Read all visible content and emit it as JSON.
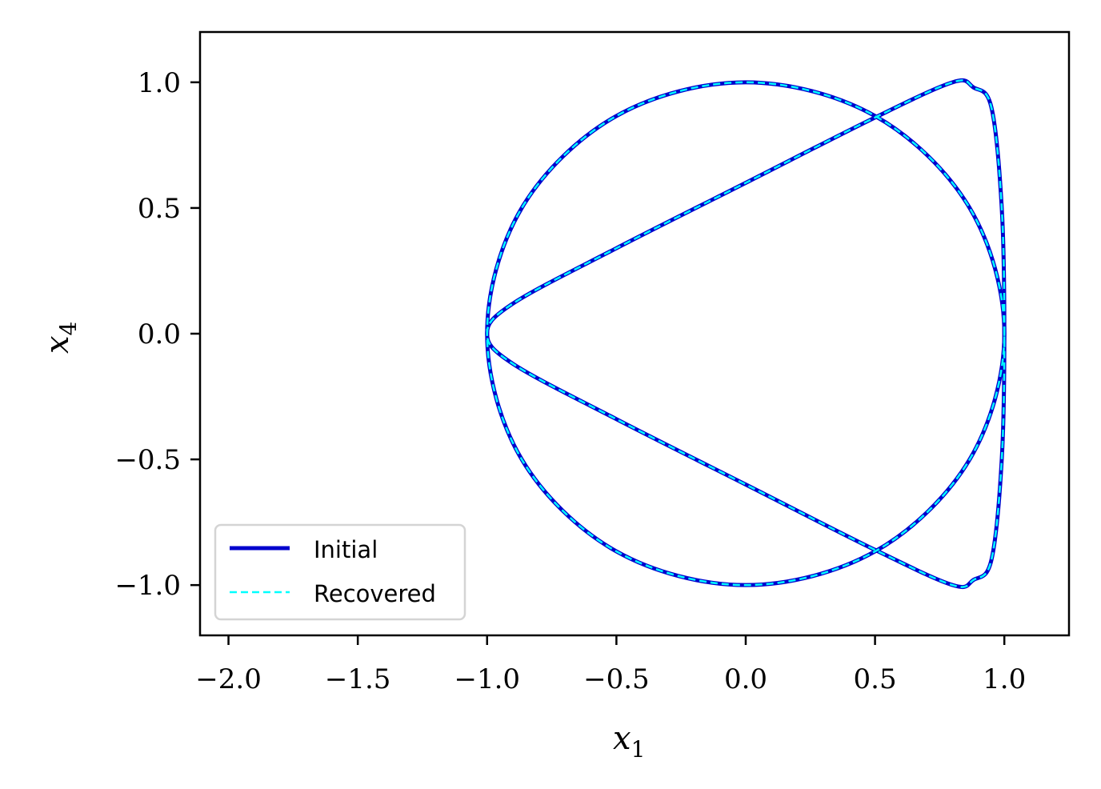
{
  "chart_data": {
    "type": "line",
    "title": "",
    "xlabel": "x",
    "xlabel_sub": "1",
    "ylabel": "x",
    "ylabel_sub": "4",
    "xlim": [
      -2.11,
      1.25
    ],
    "ylim": [
      -1.2,
      1.2
    ],
    "xticks": [
      -2.0,
      -1.5,
      -1.0,
      -0.5,
      0.0,
      0.5,
      1.0
    ],
    "xtick_labels": [
      "−2.0",
      "−1.5",
      "−1.0",
      "−0.5",
      "0.0",
      "0.5",
      "1.0"
    ],
    "yticks": [
      1.0,
      0.5,
      0.0,
      -0.5,
      -1.0
    ],
    "ytick_labels": [
      "1.0",
      "0.5",
      "0.0",
      "−0.5",
      "−1.0"
    ],
    "grid": false,
    "legend": {
      "position": "lower-left",
      "entries": [
        "Initial",
        "Recovered"
      ]
    },
    "series": [
      {
        "name": "Initial",
        "color": "#0000cd",
        "style": "solid",
        "curves": [
          {
            "id": "circle",
            "x": [
              1.0,
              0.866,
              0.5,
              0.0,
              -0.5,
              -0.866,
              -1.0,
              -0.866,
              -0.5,
              0.0,
              0.5,
              0.866,
              1.0
            ],
            "y": [
              0.0,
              0.5,
              0.866,
              1.0,
              0.866,
              0.5,
              0.0,
              -0.5,
              -0.866,
              -1.0,
              -0.866,
              -0.5,
              0.0
            ]
          },
          {
            "id": "loop",
            "x": [
              1.0,
              0.99,
              0.95,
              0.88,
              0.8,
              0.5,
              0.0,
              -0.5,
              -0.9,
              -1.0,
              -0.9,
              -0.5,
              0.0,
              0.5,
              0.8,
              0.88,
              0.95,
              0.99,
              1.0
            ],
            "y": [
              0.0,
              0.5,
              0.9,
              0.98,
              1.0,
              0.86,
              0.6,
              0.34,
              0.12,
              0.0,
              -0.12,
              -0.34,
              -0.6,
              -0.86,
              -1.0,
              -0.98,
              -0.9,
              -0.5,
              0.0
            ]
          }
        ]
      },
      {
        "name": "Recovered",
        "color": "#00ffff",
        "style": "dashed",
        "curves": [
          {
            "id": "circle",
            "x": [
              1.0,
              0.866,
              0.5,
              0.0,
              -0.5,
              -0.866,
              -1.0,
              -0.866,
              -0.5,
              0.0,
              0.5,
              0.866,
              1.0
            ],
            "y": [
              0.0,
              0.5,
              0.866,
              1.0,
              0.866,
              0.5,
              0.0,
              -0.5,
              -0.866,
              -1.0,
              -0.866,
              -0.5,
              0.0
            ]
          },
          {
            "id": "loop",
            "x": [
              1.0,
              0.99,
              0.95,
              0.88,
              0.8,
              0.5,
              0.0,
              -0.5,
              -0.9,
              -1.0,
              -0.9,
              -0.5,
              0.0,
              0.5,
              0.8,
              0.88,
              0.95,
              0.99,
              1.0
            ],
            "y": [
              0.0,
              0.5,
              0.9,
              0.98,
              1.0,
              0.86,
              0.6,
              0.34,
              0.12,
              0.0,
              -0.12,
              -0.34,
              -0.6,
              -0.86,
              -1.0,
              -0.98,
              -0.9,
              -0.5,
              0.0
            ]
          }
        ]
      }
    ]
  }
}
